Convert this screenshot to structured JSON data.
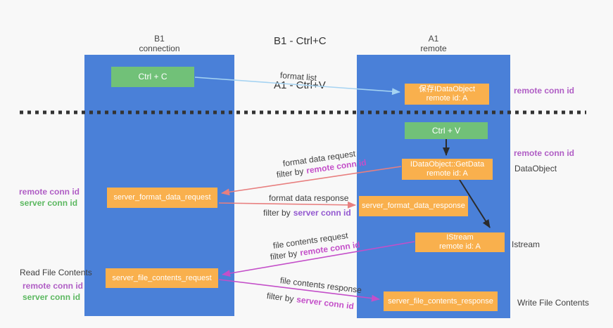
{
  "title": {
    "line1": "B1 - Ctrl+C",
    "line2": "A1 - Ctrl+V"
  },
  "columns": {
    "left": {
      "name": "B1",
      "subtitle": "connection"
    },
    "right": {
      "name": "A1",
      "subtitle": "remote"
    }
  },
  "boxes": {
    "ctrl_c": "Ctrl + C",
    "ctrl_v": "Ctrl + V",
    "save_idataobject": {
      "line1": "保存IDataObject",
      "line2": "remote id: A"
    },
    "idataobject_getdata": {
      "line1": "IDataObject::GetData",
      "line2": "remote id: A"
    },
    "istream": {
      "line1": "IStream",
      "line2": "remote id: A"
    },
    "server_format_data_request": "server_format_data_request",
    "server_format_data_response": "server_format_data_response",
    "server_file_contents_request": "server_file_contents_request",
    "server_file_contents_response": "server_file_contents_response"
  },
  "arrow_labels": {
    "format_list": "format list",
    "format_data_request": "format data request",
    "format_data_response": "format data response",
    "file_contents_request": "file contents request",
    "file_contents_response": "file contents response",
    "filter_by": "filter by",
    "remote_conn_id": "remote conn id",
    "server_conn_id": "server conn id"
  },
  "side_labels": {
    "remote_conn_id_top_right": "remote conn id",
    "remote_conn_id_mid_right": "remote conn id",
    "dataobject": "DataObject",
    "istream": "Istream",
    "write_file_contents": "Write File Contents",
    "read_file_contents": "Read File Contents",
    "remote_conn_id_left_top": "remote conn id",
    "server_conn_id_left_top": "server conn id",
    "remote_conn_id_left_bottom": "remote conn id",
    "server_conn_id_left_bottom": "server conn id"
  },
  "colors": {
    "column_blue": "#4a80d8",
    "box_green": "#71c178",
    "box_orange": "#f9b04d",
    "label_purple": "#b05ec5",
    "label_green": "#5cb860",
    "label_magenta": "#c44fc9",
    "label_violet": "#9358d0",
    "arrow_lightblue": "#a5d3f2",
    "arrow_salmon": "#e87f7f",
    "arrow_magenta": "#c44fc9",
    "arrow_black": "#2b2b2b",
    "separator_dash": "#333333"
  }
}
